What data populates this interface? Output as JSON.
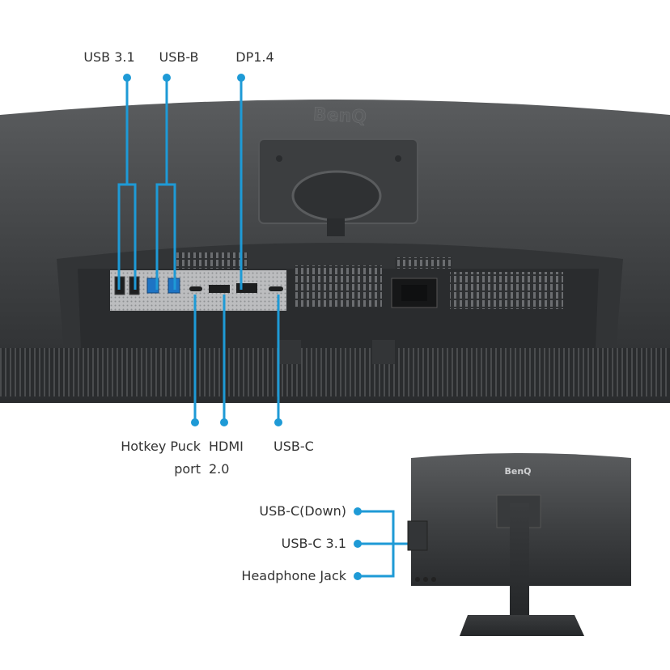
{
  "brand": {
    "logo_text": "BenQ"
  },
  "colors": {
    "callout": "#1e9ad6",
    "body": "#444648",
    "body_dark": "#2c2e30",
    "panel": "#b8b9bb"
  },
  "callouts_top": [
    {
      "label": "USB 3.1",
      "icon": "usb-a-port-icon"
    },
    {
      "label": "USB-B",
      "icon": "usb-b-port-icon"
    },
    {
      "label": "DP1.4",
      "icon": "displayport-icon"
    }
  ],
  "callouts_bottom": [
    {
      "label_line1": "Hotkey Puck",
      "label_line2": "port",
      "icon": "hotkey-puck-port-icon"
    },
    {
      "label_line1": "HDMI",
      "label_line2": "2.0",
      "icon": "hdmi-port-icon"
    },
    {
      "label_line1": "USB-C",
      "label_line2": "",
      "icon": "usb-c-port-icon"
    }
  ],
  "callouts_side": [
    {
      "label": "USB-C(Down)"
    },
    {
      "label": "USB-C 3.1"
    },
    {
      "label": "Headphone Jack"
    }
  ]
}
